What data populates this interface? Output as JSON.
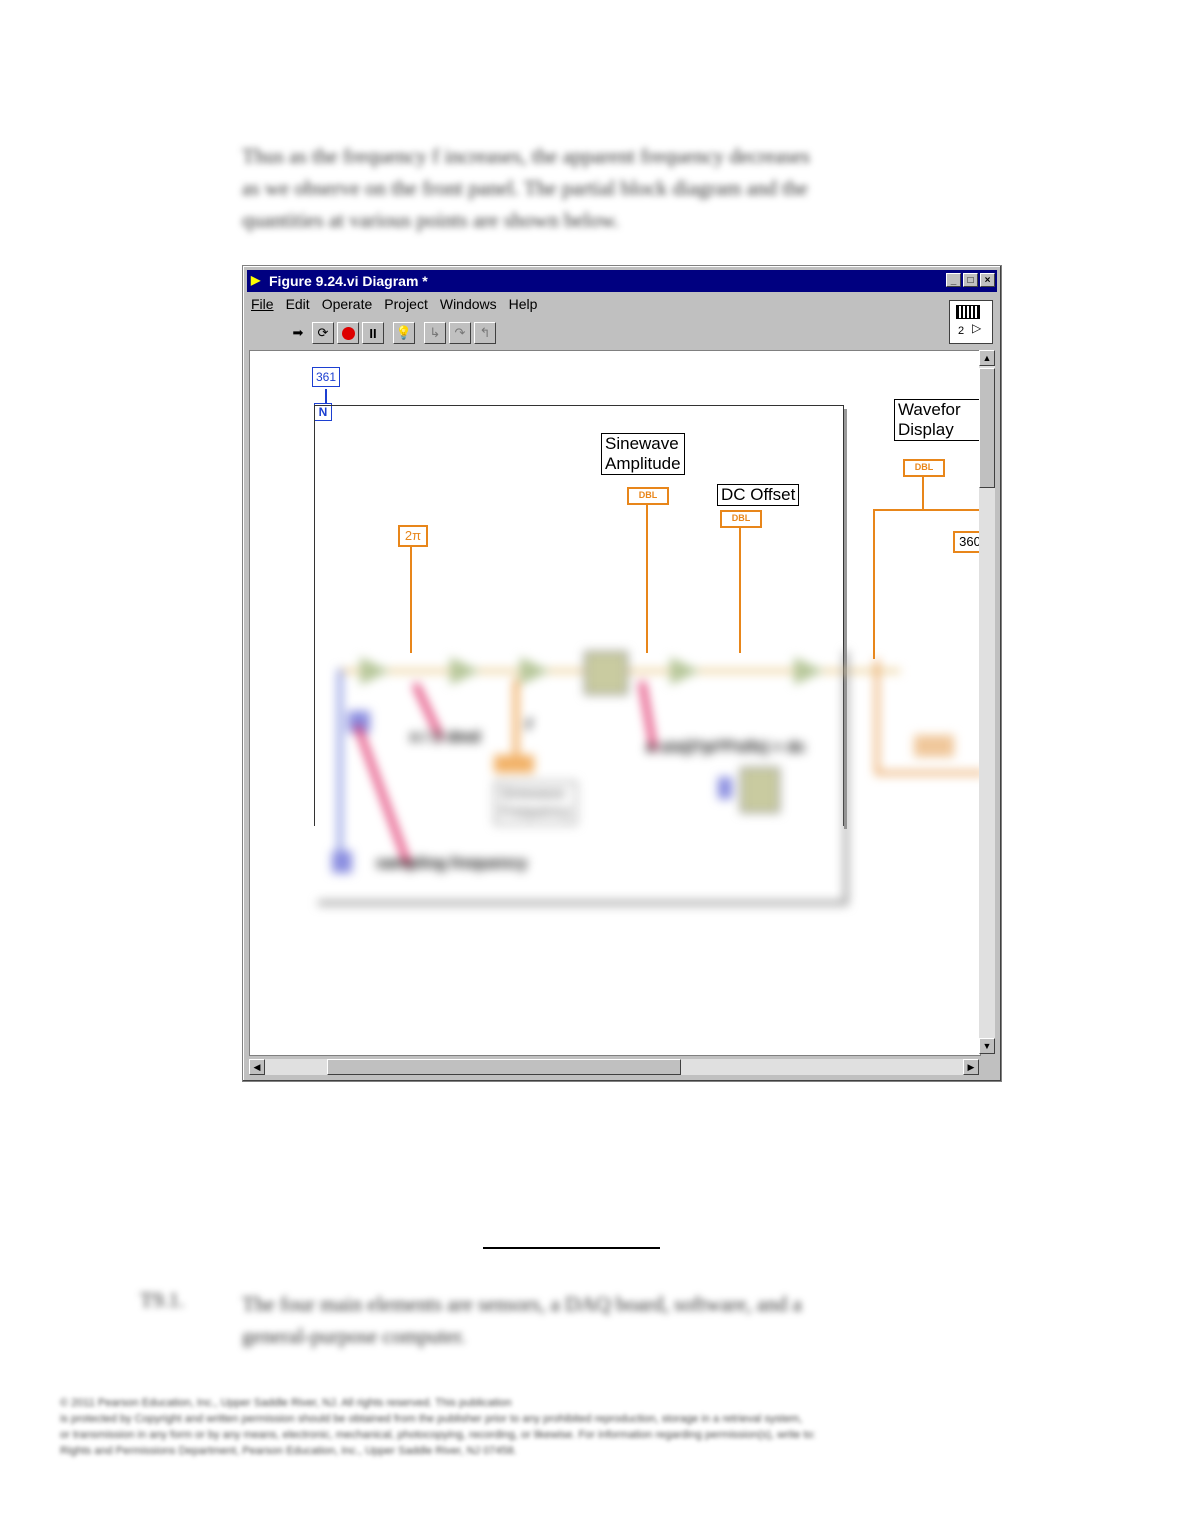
{
  "page": {
    "intro_lines": [
      "Thus as the frequency f increases, the apparent frequency decreases",
      "as we observe on the front panel.  The partial block diagram and the",
      "quantities at various points are shown below."
    ],
    "answer_number": "T9.1.",
    "answer_lines": [
      "The four main elements are sensors, a DAQ board, software, and a",
      "general-purpose computer."
    ],
    "footer_lines": [
      "© 2011 Pearson Education, Inc., Upper Saddle River, NJ.  All rights reserved. This publication",
      "is protected by Copyright and written permission should be obtained from the publisher prior to any prohibited reproduction, storage in a retrieval system,",
      "or transmission in any form or by any means, electronic, mechanical, photocopying, recording, or likewise. For information regarding permission(s), write to:",
      "Rights and Permissions Department, Pearson Education, Inc., Upper Saddle River, NJ 07458."
    ]
  },
  "window": {
    "title": "Figure 9.24.vi Diagram *",
    "controls": [
      "_",
      "□",
      "×"
    ],
    "menu": [
      "File",
      "Edit",
      "Operate",
      "Project",
      "Windows",
      "Help"
    ],
    "context_help_number": "2",
    "toolbar_icons": [
      "run-arrow-icon",
      "run-continuously-icon",
      "abort-icon",
      "pause-icon",
      "highlight-execution-icon",
      "step-into-icon",
      "step-over-icon",
      "step-out-icon"
    ]
  },
  "diagram": {
    "loop_count": "361",
    "loop_n": "N",
    "two_pi": "2π",
    "sinewave_label_1": "Sinewave",
    "sinewave_label_2": "Amplitude",
    "dc_offset_label": "DC Offset",
    "waveform_label_1": "Wavefor",
    "waveform_label_2": "Display",
    "dbl": "DBL",
    "const_360": "360",
    "n_label": "n / 2 dmd",
    "f_label": "f",
    "sinewave_freq_label_1": "Sinewave",
    "sinewave_freq_label_2": "Frequency",
    "amp_label": "a sin(2*pi*f*n/fs) + dc",
    "sampling_label": "sampling frequency"
  },
  "colors": {
    "title_bar": "#000080",
    "orange_wire": "#e8861a",
    "blue_wire": "#1c3fd1",
    "pink_wire": "#e0306a"
  }
}
